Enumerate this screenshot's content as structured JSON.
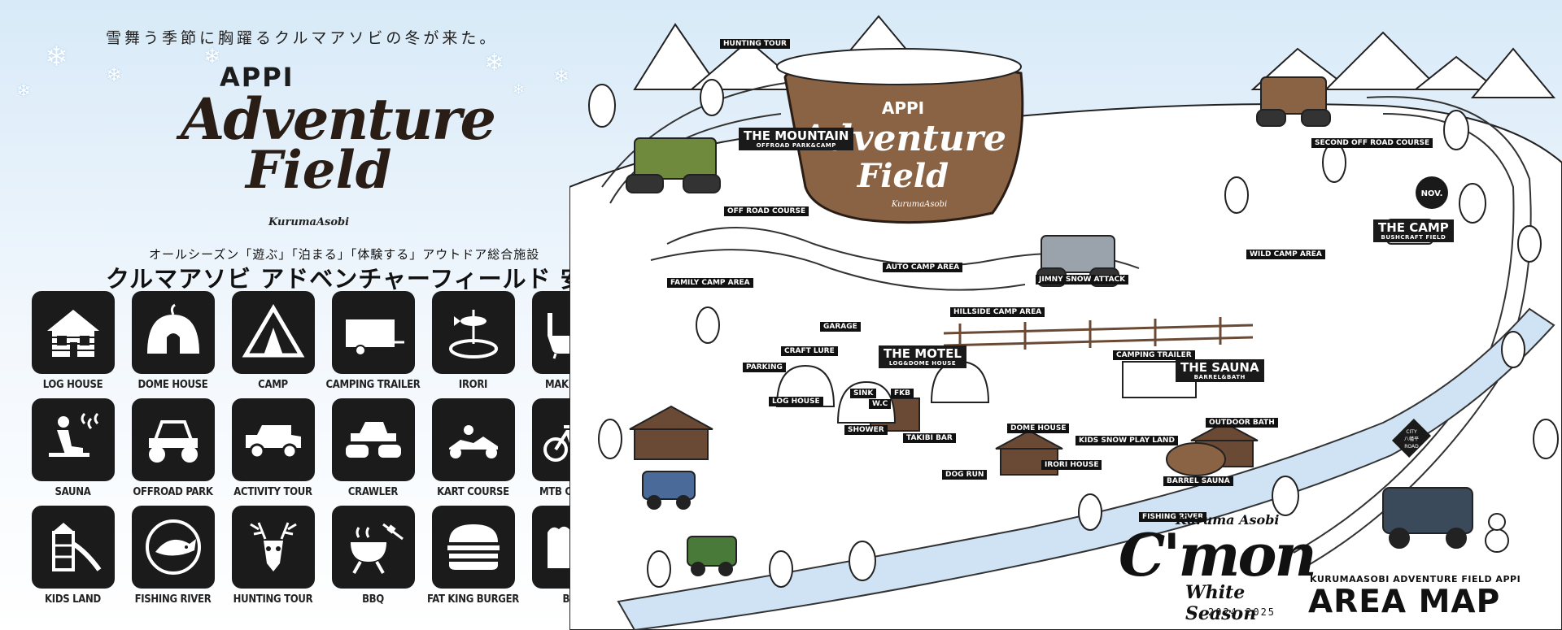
{
  "tagline": "雪舞う季節に胸躍るクルマアソビの冬が来た。",
  "logo": {
    "top": "APPI",
    "line1": "Adventure",
    "line2": "Field",
    "brand": "KurumaAsobi"
  },
  "subtitle": "オールシーズン「遊ぶ」「泊まる」「体験する」アウトドア総合施設",
  "facility_name": "クルマアソビ アドベンチャーフィールド 安比",
  "facilities": [
    {
      "label": "LOG HOUSE",
      "icon": "log-house-icon"
    },
    {
      "label": "DOME HOUSE",
      "icon": "dome-house-icon"
    },
    {
      "label": "CAMP",
      "icon": "tent-icon"
    },
    {
      "label": "CAMPING TRAILER",
      "icon": "trailer-icon"
    },
    {
      "label": "IRORI",
      "icon": "irori-fish-icon"
    },
    {
      "label": "MAKIBURO",
      "icon": "bathtub-icon"
    },
    {
      "label": "SAUNA",
      "icon": "sauna-icon"
    },
    {
      "label": "OFFROAD PARK",
      "icon": "buggy-icon"
    },
    {
      "label": "ACTIVITY TOUR",
      "icon": "jeep-icon"
    },
    {
      "label": "CRAWLER",
      "icon": "crawler-icon"
    },
    {
      "label": "KART COURSE",
      "icon": "kart-icon"
    },
    {
      "label": "MTB COURSE",
      "icon": "mtb-icon"
    },
    {
      "label": "KIDS LAND",
      "icon": "slide-icon"
    },
    {
      "label": "FISHING RIVER",
      "icon": "fish-icon"
    },
    {
      "label": "HUNTING TOUR",
      "icon": "deer-skull-icon"
    },
    {
      "label": "BBQ",
      "icon": "bbq-grill-icon"
    },
    {
      "label": "FAT KING BURGER",
      "icon": "burger-icon"
    },
    {
      "label": "BAR",
      "icon": "beer-wine-icon"
    }
  ],
  "map": {
    "sign": {
      "top": "APPI",
      "line1": "Adventure",
      "line2": "Field",
      "brand": "KurumaAsobi"
    },
    "areas": {
      "mountain": {
        "title": "THE MOUNTAIN",
        "sub": "OFFROAD PARK&CAMP"
      },
      "motel": {
        "title": "THE MOTEL",
        "sub": "LOG&DOME HOUSE"
      },
      "sauna": {
        "title": "THE SAUNA",
        "sub": "BARREL&BATH"
      },
      "camp": {
        "title": "THE CAMP",
        "sub": "BUSHCRAFT FIELD"
      }
    },
    "labels": {
      "hunting_tour": "HUNTING TOUR",
      "off_road_course": "OFF ROAD COURSE",
      "second_off_road": "SECOND OFF ROAD COURSE",
      "family_camp": "FAMILY CAMP AREA",
      "auto_camp": "AUTO CAMP AREA",
      "jimny": "JIMNY SNOW ATTACK",
      "wild_camp": "WILD CAMP AREA",
      "hillside": "HILLSIDE CAMP AREA",
      "garage": "GARAGE",
      "craft_lure": "CRAFT LURE",
      "parking": "PARKING",
      "camping_trailer": "CAMPING TRAILER",
      "log_house": "LOG HOUSE",
      "sink": "SINK",
      "fkb": "FKB",
      "wc": "W.C",
      "shower": "SHOWER",
      "takibi": "TAKIBI BAR",
      "dome_house": "DOME HOUSE",
      "kids_snow": "KIDS SNOW PLAY LAND",
      "outdoor_bath": "OUTDOOR BATH",
      "irori_house": "IRORI HOUSE",
      "barrel_sauna": "BARREL SAUNA",
      "dog_run": "DOG RUN",
      "fishing_river": "FISHING RIVER",
      "nov": "NOV.",
      "city_road": "CITY",
      "city_road2": "八幡平",
      "city_road3": "ROAD"
    }
  },
  "campaign": {
    "brand": "Kuruma Asobi",
    "title": "C'mon",
    "season": "White Season",
    "years": "2024-2025"
  },
  "footer": {
    "name": "KURUMAASOBI ADVENTURE FIELD APPI",
    "map_title": "AREA MAP"
  },
  "colors": {
    "tile": "#1b1b1b",
    "sign": "#8a6244",
    "sky": "#d8eaf8",
    "label": "#111111"
  }
}
